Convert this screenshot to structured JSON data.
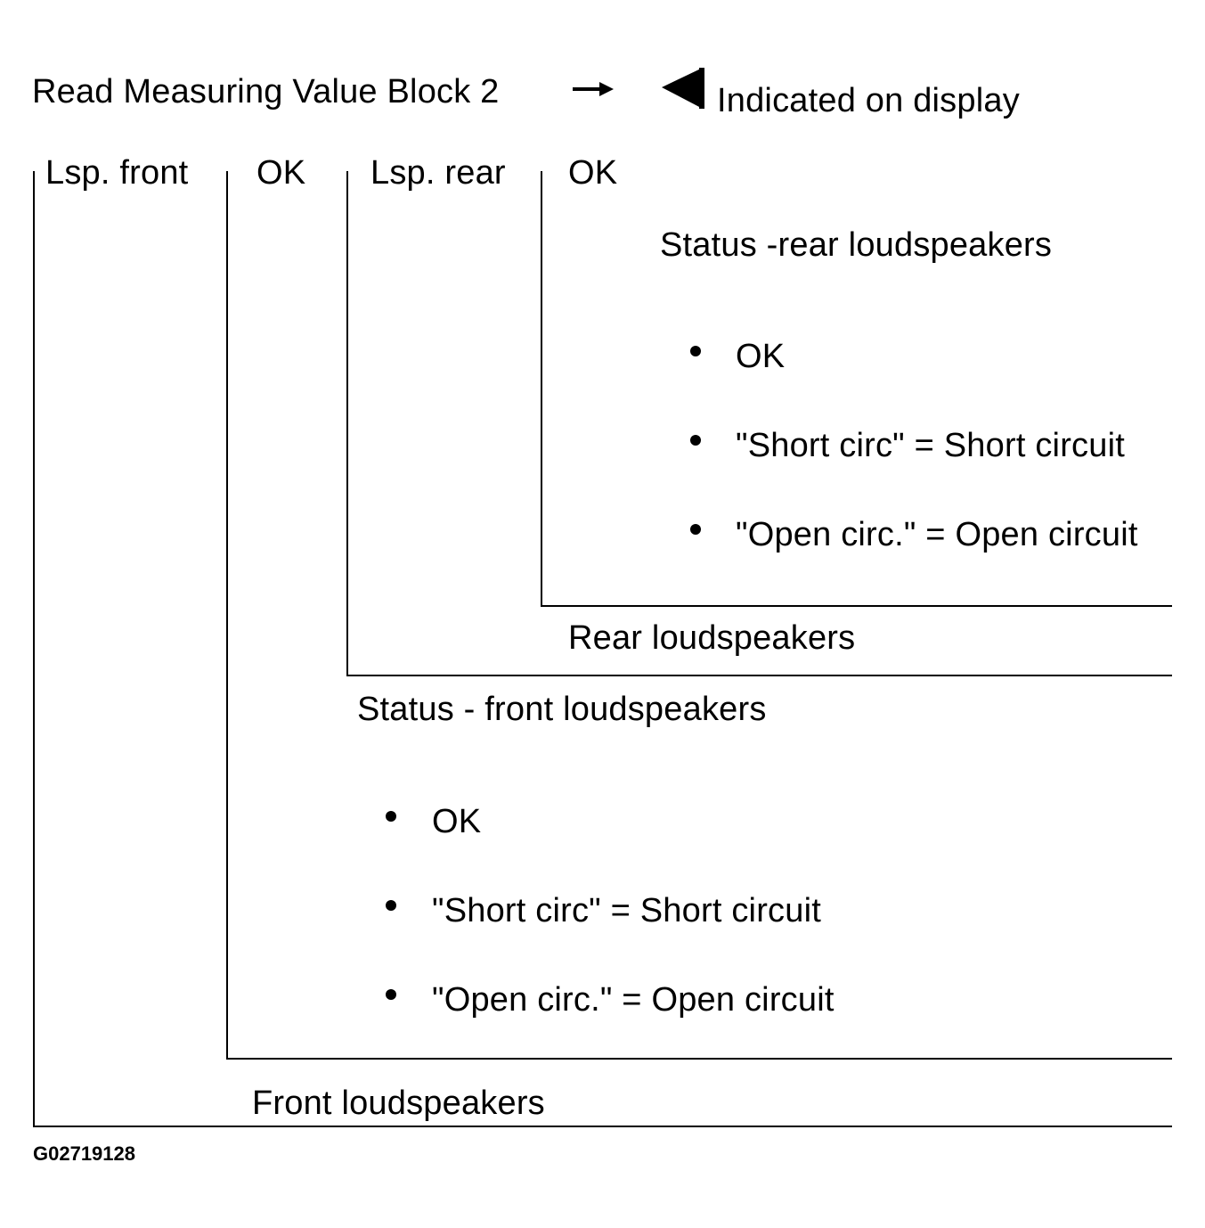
{
  "header": {
    "title": "Read Measuring Value Block 2",
    "arrow_icon": "right-arrow-icon",
    "indicator_icon": "left-triangle-icon",
    "indicated_label": "Indicated on display"
  },
  "display_fields": [
    "Lsp. front",
    "OK",
    "Lsp. rear",
    "OK"
  ],
  "rear_status": {
    "heading": "Status -rear loudspeakers",
    "items": [
      "OK",
      "\"Short circ\" = Short circuit",
      "\"Open circ.\" = Open circuit"
    ],
    "label": "Rear loudspeakers"
  },
  "front_status": {
    "heading": "Status - front loudspeakers",
    "items": [
      "OK",
      "\"Short circ\" = Short circuit",
      "\"Open circ.\" = Open circuit"
    ],
    "label": "Front loudspeakers"
  },
  "figure_code": "G02719128",
  "colors": {
    "ink": "#000000",
    "paper": "#ffffff"
  }
}
